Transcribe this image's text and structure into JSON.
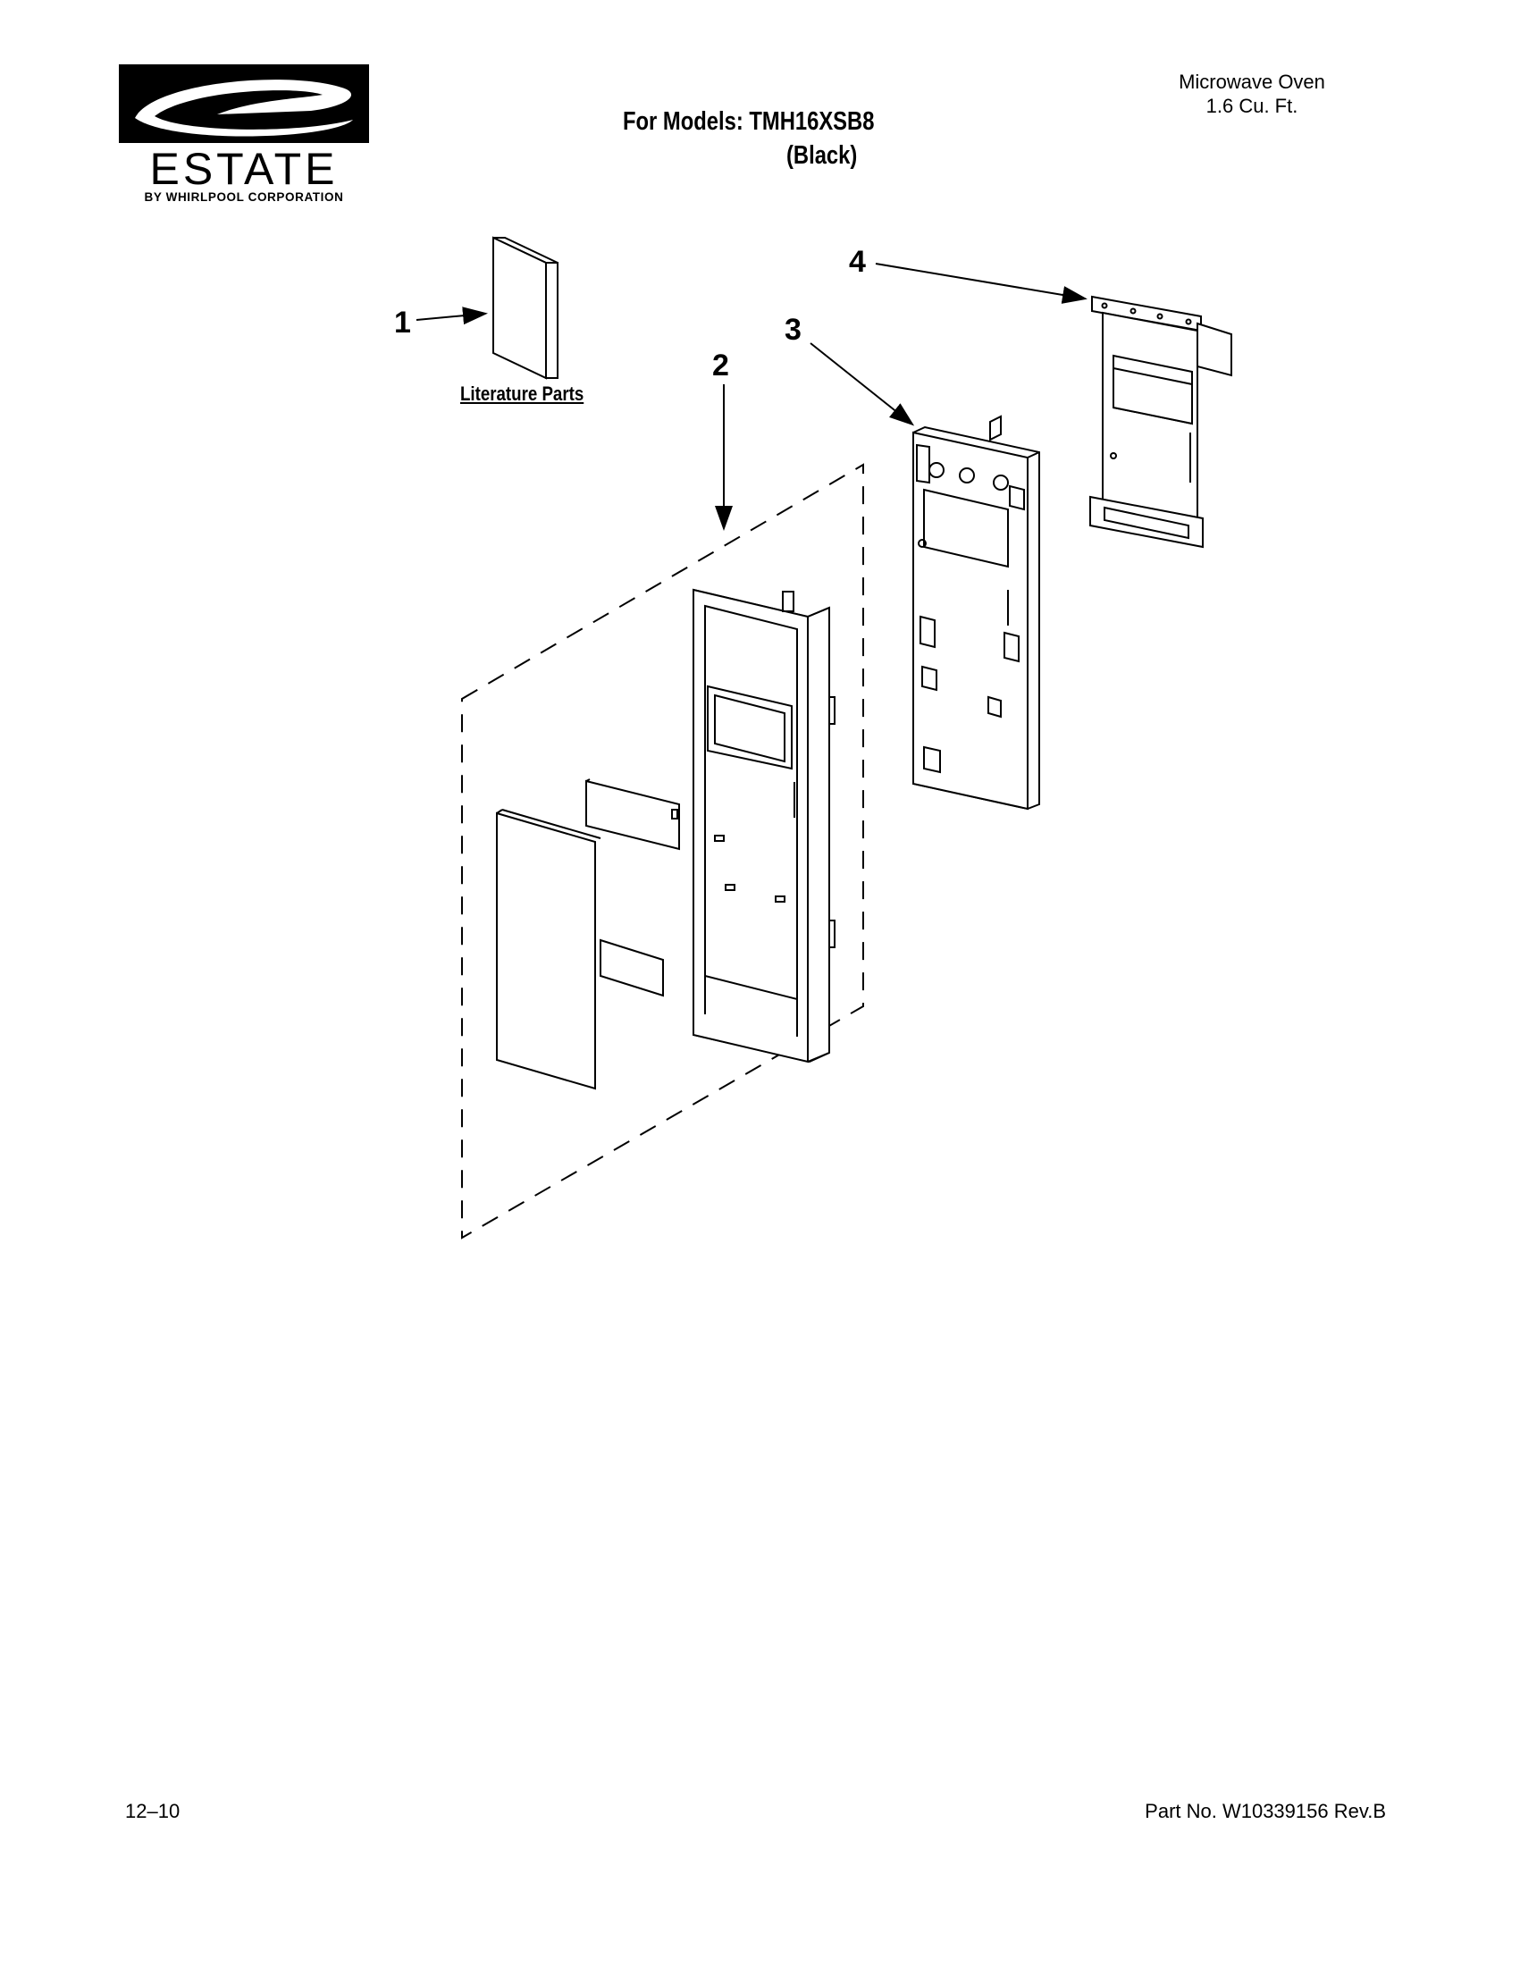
{
  "brand": {
    "name": "ESTATE",
    "tagline": "BY WHIRLPOOL CORPORATION",
    "color": "#000000"
  },
  "header": {
    "product_line1": "Microwave Oven",
    "product_line2": "1.6 Cu. Ft.",
    "model_line": "For Models: TMH16XSB8",
    "model_color": "(Black)"
  },
  "diagram": {
    "callouts": [
      "1",
      "2",
      "3",
      "4"
    ],
    "literature_label": "Literature Parts"
  },
  "footer": {
    "date": "12–10",
    "part_number": "Part No. W10339156 Rev.B"
  }
}
